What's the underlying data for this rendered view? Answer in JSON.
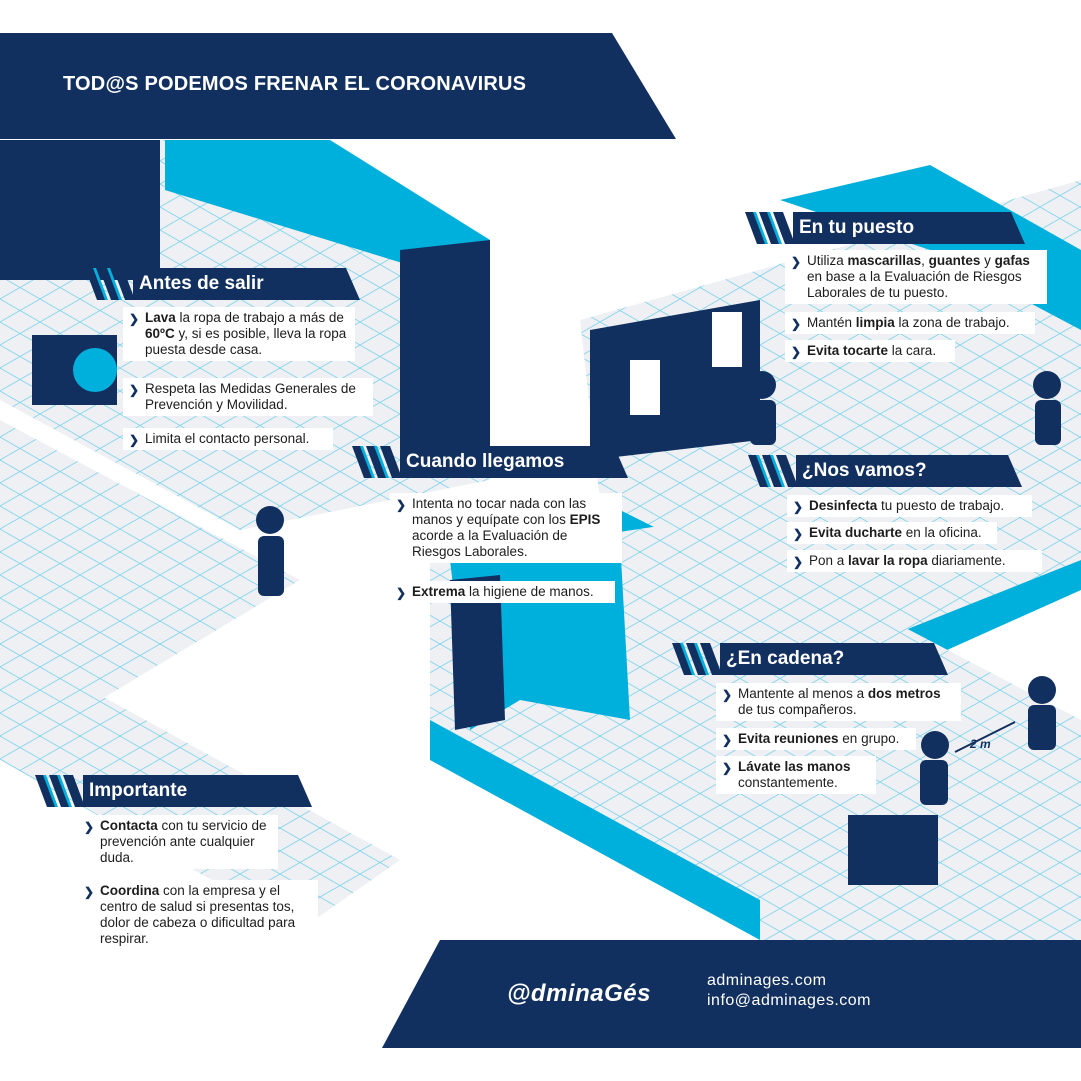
{
  "title": "TOD@S PODEMOS FRENAR EL CORONAVIRUS",
  "colors": {
    "navy": "#12305f",
    "cyan": "#00b0dc",
    "floor": "#eef0f3"
  },
  "sections": {
    "antes": {
      "title": "Antes de salir",
      "items": [
        [
          {
            "t": "Lava",
            "b": true
          },
          {
            "t": " la ropa de trabajo a más de "
          },
          {
            "t": "60ºC",
            "b": true
          },
          {
            "t": " y, si es posible, lleva la ropa puesta desde casa."
          }
        ],
        [
          {
            "t": "Respeta las Medidas Generales de Prevención y Movilidad."
          }
        ],
        [
          {
            "t": "Limita el contacto personal."
          }
        ]
      ]
    },
    "puesto": {
      "title": "En tu puesto",
      "items": [
        [
          {
            "t": "Utiliza "
          },
          {
            "t": "mascarillas",
            "b": true
          },
          {
            "t": ", "
          },
          {
            "t": "guantes",
            "b": true
          },
          {
            "t": " y "
          },
          {
            "t": "gafas",
            "b": true
          },
          {
            "t": " en base a la Evaluación de Riesgos Laborales de tu puesto."
          }
        ],
        [
          {
            "t": "Mantén "
          },
          {
            "t": "limpia",
            "b": true
          },
          {
            "t": " la zona de trabajo."
          }
        ],
        [
          {
            "t": "Evita tocarte",
            "b": true
          },
          {
            "t": " la cara."
          }
        ]
      ]
    },
    "llegamos": {
      "title": "Cuando llegamos",
      "items": [
        [
          {
            "t": "Intenta no tocar nada con las manos y equípate con los "
          },
          {
            "t": "EPIS",
            "b": true
          },
          {
            "t": " acorde a la Evaluación de Riesgos Laborales."
          }
        ],
        [
          {
            "t": "Extrema",
            "b": true
          },
          {
            "t": " la higiene de manos."
          }
        ]
      ]
    },
    "vamos": {
      "title": "¿Nos vamos?",
      "items": [
        [
          {
            "t": "Desinfecta",
            "b": true
          },
          {
            "t": " tu puesto de trabajo."
          }
        ],
        [
          {
            "t": "Evita ducharte",
            "b": true
          },
          {
            "t": " en la oficina."
          }
        ],
        [
          {
            "t": "Pon a "
          },
          {
            "t": "lavar la ropa",
            "b": true
          },
          {
            "t": " diariamente."
          }
        ]
      ]
    },
    "cadena": {
      "title": "¿En cadena?",
      "items": [
        [
          {
            "t": "Mantente al menos a "
          },
          {
            "t": "dos metros",
            "b": true
          },
          {
            "t": " de tus compañeros."
          }
        ],
        [
          {
            "t": "Evita reuniones",
            "b": true
          },
          {
            "t": " en grupo."
          }
        ],
        [
          {
            "t": "Lávate las manos",
            "b": true
          },
          {
            "t": " constantemente."
          }
        ]
      ]
    },
    "importante": {
      "title": "Importante",
      "items": [
        [
          {
            "t": "Contacta",
            "b": true
          },
          {
            "t": " con tu servicio de prevención ante cualquier duda."
          }
        ],
        [
          {
            "t": "Coordina",
            "b": true
          },
          {
            "t": " con la empresa y el centro de salud si presentas tos, dolor de cabeza o dificultad para respirar."
          }
        ]
      ]
    }
  },
  "distance_label": "2 m",
  "footer": {
    "logo": "@dminaGés",
    "web": "adminages.com",
    "email": "info@adminages.com"
  }
}
